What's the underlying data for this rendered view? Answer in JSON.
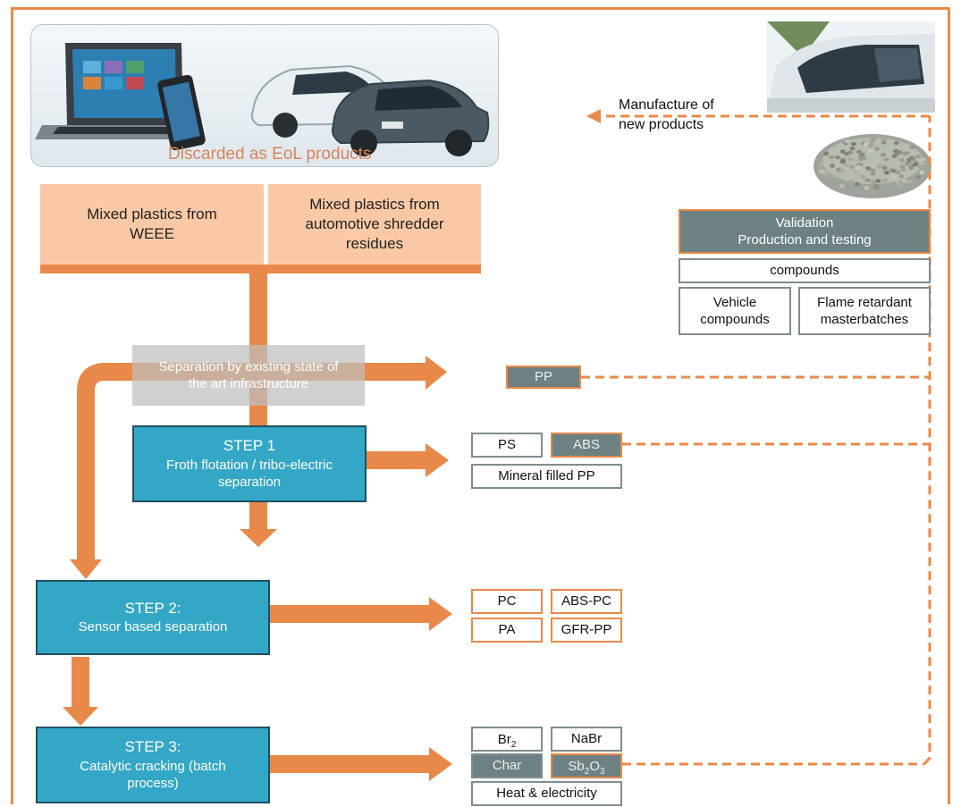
{
  "header": {
    "caption": "Discarded as EoL products",
    "manufacture_line1": "Manufacture of",
    "manufacture_line2": "new products"
  },
  "sources": {
    "weee_line1": "Mixed plastics from",
    "weee_line2": "WEEE",
    "asr_line1": "Mixed plastics from",
    "asr_line2": "automotive shredder",
    "asr_line3": "residues"
  },
  "separation": {
    "line1": "Separation by existing state of",
    "line2": "the art infrastructure"
  },
  "steps": {
    "step1_title": "STEP 1",
    "step1_line1": "Froth flotation / tribo-electric",
    "step1_line2": "separation",
    "step2_title": "STEP 2:",
    "step2_line1": "Sensor based separation",
    "step3_title": "STEP 3:",
    "step3_line1": "Catalytic cracking (batch",
    "step3_line2": "process)"
  },
  "outputs": {
    "pp": "PP",
    "ps": "PS",
    "abs": "ABS",
    "mineral_pp": "Mineral filled PP",
    "pc": "PC",
    "abs_pc": "ABS-PC",
    "pa": "PA",
    "gfr_pp": "GFR-PP",
    "br2_main": "Br",
    "br2_sub": "2",
    "nabr": "NaBr",
    "char": "Char",
    "sb2o3_a": "Sb",
    "sb2o3_sub1": "2",
    "sb2o3_b": "O",
    "sb2o3_sub2": "3",
    "heat": "Heat & electricity"
  },
  "validation": {
    "line1": "Validation",
    "line2": "Production and testing",
    "compounds": "compounds",
    "vehicle_line1": "Vehicle",
    "vehicle_line2": "compounds",
    "flame_line1": "Flame retardant",
    "flame_line2": "masterbatches"
  },
  "colors": {
    "accent_orange": "#e8894a",
    "peach": "#f9c9a6",
    "step_blue": "#35a7c6",
    "slate": "#6e8182"
  },
  "icons": [
    "laptop-icon",
    "smartphone-icon",
    "car-icon",
    "car-icon",
    "car-window-photo",
    "plastic-pellets-photo"
  ]
}
